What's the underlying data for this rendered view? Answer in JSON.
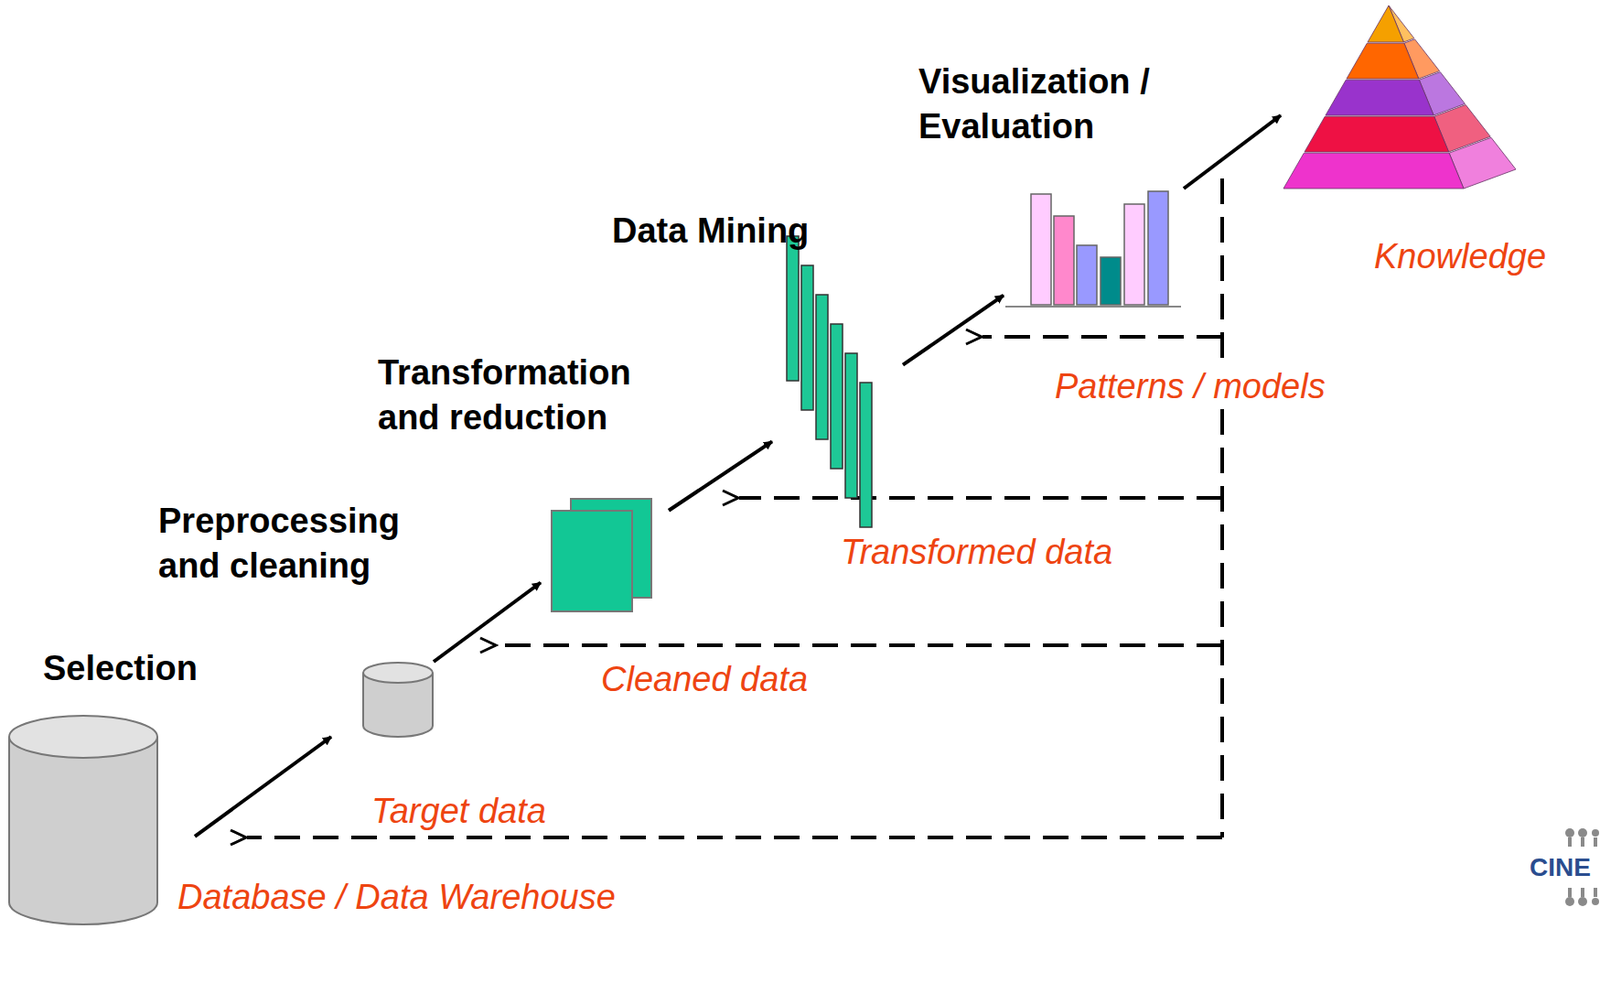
{
  "diagram": {
    "nodes": [
      {
        "text": [
          "Database / Data Warehouse"
        ]
      },
      {
        "text": [
          "Target data"
        ]
      },
      {
        "text": [
          "Cleaned data"
        ]
      },
      {
        "text": [
          "Transformed data"
        ]
      },
      {
        "text": [
          "Patterns / models"
        ]
      },
      {
        "text": [
          "Knowledge"
        ]
      }
    ],
    "edges": [
      {
        "from": 0,
        "to": 1,
        "arrow": "to"
      },
      {
        "from": 1,
        "to": 2,
        "arrow": "to"
      },
      {
        "from": 2,
        "to": 3,
        "arrow": "to"
      },
      {
        "from": 3,
        "to": 4,
        "arrow": "to"
      },
      {
        "from": 4,
        "to": 5,
        "arrow": "to"
      }
    ],
    "labels": [
      "Selection",
      "Preprocessing and cleaning",
      "Transformation and reduction",
      "Data Mining",
      "Visualization / Evaluation",
      "CINE"
    ]
  }
}
